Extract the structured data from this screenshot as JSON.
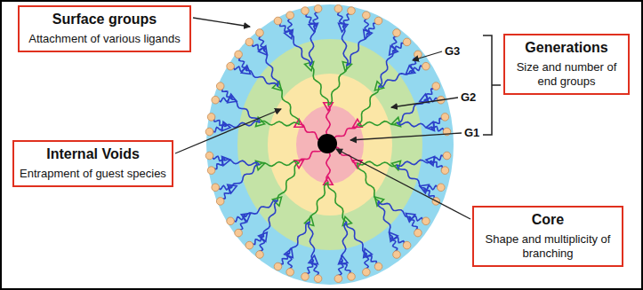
{
  "diagram": {
    "nodes": [
      {
        "text": [
          "Surface groups",
          "Attachment of various ligands"
        ]
      },
      {
        "text": [
          "Generations",
          "Size and number of end groups"
        ]
      },
      {
        "text": [
          "Internal Voids",
          "Entrapment of guest species"
        ]
      },
      {
        "text": [
          "Core",
          "Shape and multiplicity of branching"
        ]
      }
    ],
    "labels": [
      "G3",
      "G2",
      "G1"
    ]
  }
}
